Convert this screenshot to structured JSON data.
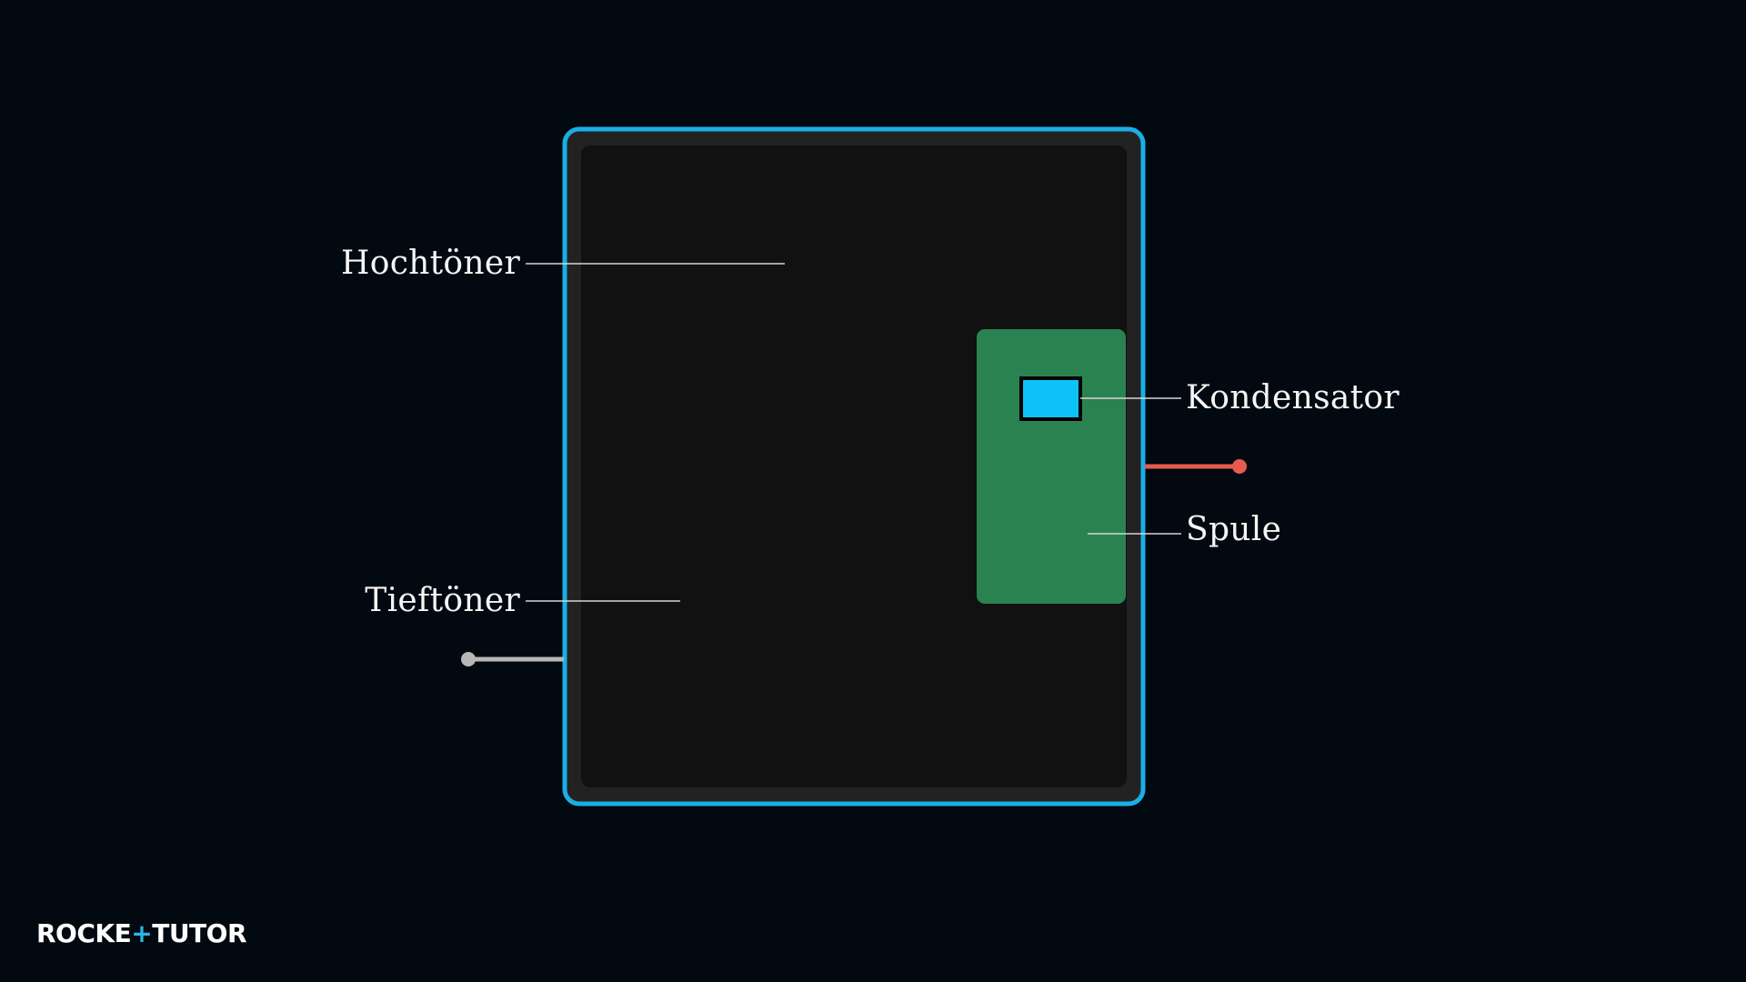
{
  "labels": {
    "tweeter": "Hochtöner",
    "woofer": "Tieftöner",
    "capacitor": "Kondensator",
    "coil": "Spule"
  },
  "logo": {
    "text_left": "ROCKE",
    "plus": "+",
    "text_right": "TUTOR"
  },
  "colors": {
    "background": "#020910",
    "enclosure_outline": "#1aaee6",
    "enclosure_fill": "#111111",
    "crossover_board": "#2b8251",
    "capacitor": "#0dc2f7",
    "positive_terminal": "#e85a4f",
    "negative_terminal": "#b8b8b8",
    "leader_lines": "#d6d6d6"
  }
}
